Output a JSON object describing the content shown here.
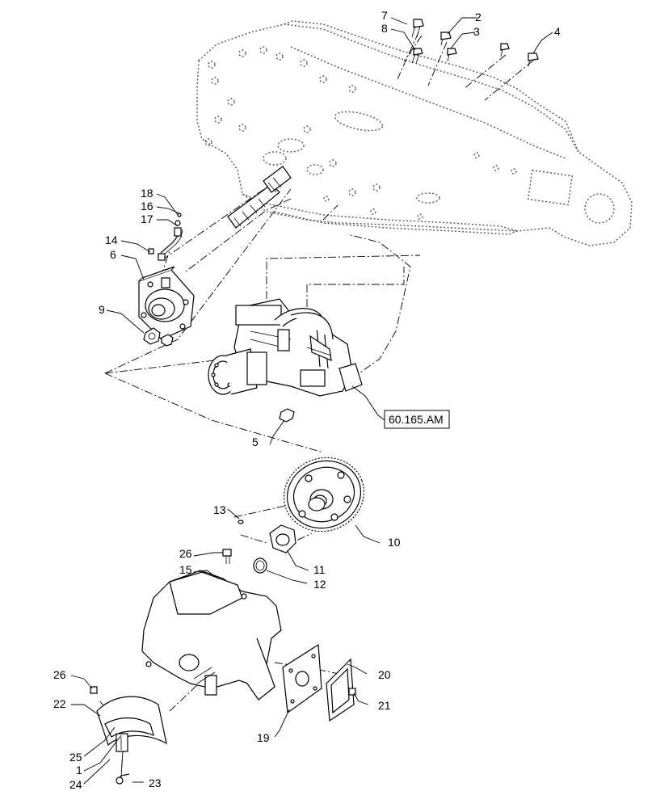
{
  "diagram": {
    "reference_label": "60.165.AM",
    "callouts": [
      {
        "id": "c1",
        "text": "1"
      },
      {
        "id": "c2",
        "text": "2"
      },
      {
        "id": "c3",
        "text": "3"
      },
      {
        "id": "c4",
        "text": "4"
      },
      {
        "id": "c5",
        "text": "5"
      },
      {
        "id": "c6",
        "text": "6"
      },
      {
        "id": "c7",
        "text": "7"
      },
      {
        "id": "c8",
        "text": "8"
      },
      {
        "id": "c9",
        "text": "9"
      },
      {
        "id": "c10",
        "text": "10"
      },
      {
        "id": "c11",
        "text": "11"
      },
      {
        "id": "c12",
        "text": "12"
      },
      {
        "id": "c13",
        "text": "13"
      },
      {
        "id": "c14",
        "text": "14"
      },
      {
        "id": "c15",
        "text": "15"
      },
      {
        "id": "c16",
        "text": "16"
      },
      {
        "id": "c17",
        "text": "17"
      },
      {
        "id": "c18",
        "text": "18"
      },
      {
        "id": "c19",
        "text": "19"
      },
      {
        "id": "c20",
        "text": "20"
      },
      {
        "id": "c21",
        "text": "21"
      },
      {
        "id": "c22",
        "text": "22"
      },
      {
        "id": "c23",
        "text": "23"
      },
      {
        "id": "c24",
        "text": "24"
      },
      {
        "id": "c25",
        "text": "25"
      },
      {
        "id": "c26a",
        "text": "26"
      },
      {
        "id": "c26b",
        "text": "26"
      }
    ]
  }
}
